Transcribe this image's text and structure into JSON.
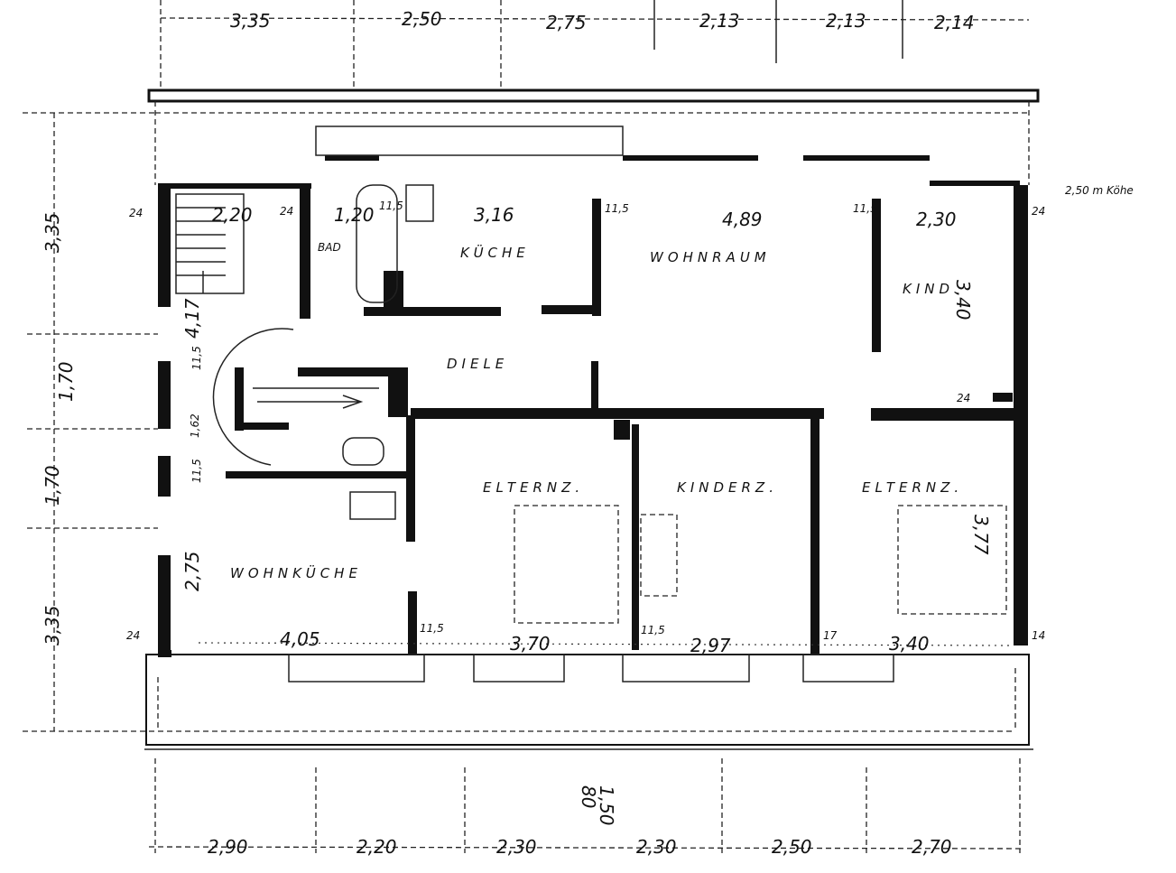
{
  "plan": {
    "top_dims": [
      "3,35",
      "2,50",
      "2,75",
      "2,13",
      "2,13",
      "2,14"
    ],
    "bottom_dims": [
      "2,90",
      "2,20",
      "2,30",
      "2,30",
      "2,50",
      "2,70"
    ],
    "bottom_center_dims": [
      "80",
      "1,50"
    ],
    "left_dims": [
      "3,35",
      "1,70",
      "1,70",
      "3,35"
    ],
    "wall_marks": [
      "24",
      "24",
      "24",
      "24",
      "24",
      "14",
      "11,5",
      "11,5",
      "11,5",
      "11,5",
      "11,5",
      "11,5",
      "11,5",
      "17"
    ],
    "note_right": "2,50 m Köhe",
    "rooms": {
      "bad": "BAD",
      "kueche": "KÜCHE",
      "wohnraum": "WOHNRAUM",
      "kind": "KIND",
      "diele": "DIELE",
      "eltern_left": "ELTERNZ.",
      "kinder": "KINDERZ.",
      "eltern_right": "ELTERNZ.",
      "wohnkueche": "WOHNKÜCHE"
    },
    "room_dims": {
      "stair": "2,20",
      "bad": "1,20",
      "kueche": "3,16",
      "wohnraum": "4,89",
      "kind_w": "2,30",
      "kind_h": "3,40",
      "stair_left": "4,17",
      "hall_left": "1,62",
      "wohnkueche_h": "2,75",
      "wohnkueche_w": "4,05",
      "eltern_w": "3,70",
      "kinder_w": "2,97",
      "eltern_r_w": "3,40",
      "eltern_r_h": "3,77"
    }
  }
}
